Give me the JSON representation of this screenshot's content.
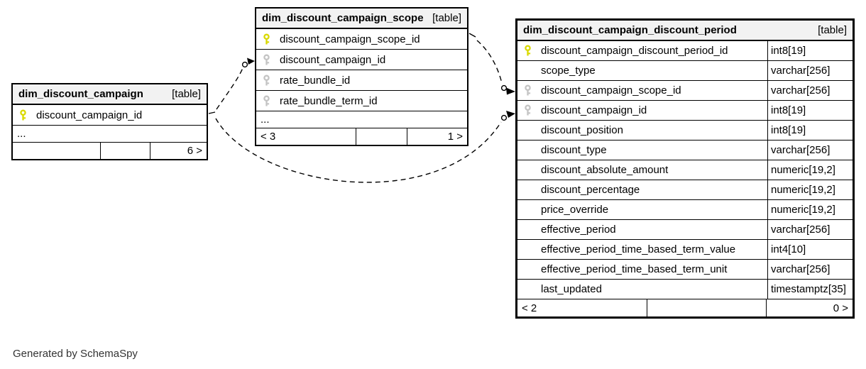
{
  "note": "Generated by SchemaSpy",
  "colors": {
    "primary_key": "#d9d900",
    "foreign_key": "#c4c4c4",
    "header_bg": "#f2f2f2",
    "border": "#000000"
  },
  "tables": [
    {
      "name": "dim_discount_campaign",
      "tag": "[table]",
      "columns": [
        {
          "name": "discount_campaign_id",
          "key": "pk"
        }
      ],
      "ellipsis": "...",
      "footer": {
        "left": "",
        "mid": "",
        "right": "6 >"
      }
    },
    {
      "name": "dim_discount_campaign_scope",
      "tag": "[table]",
      "columns": [
        {
          "name": "discount_campaign_scope_id",
          "key": "pk"
        },
        {
          "name": "discount_campaign_id",
          "key": "fk"
        },
        {
          "name": "rate_bundle_id",
          "key": "fk"
        },
        {
          "name": "rate_bundle_term_id",
          "key": "fk"
        }
      ],
      "ellipsis": "...",
      "footer": {
        "left": "< 3",
        "mid": "",
        "right": "1 >"
      }
    },
    {
      "name": "dim_discount_campaign_discount_period",
      "tag": "[table]",
      "columns": [
        {
          "name": "discount_campaign_discount_period_id",
          "key": "pk",
          "type": "int8[19]"
        },
        {
          "name": "scope_type",
          "key": "",
          "type": "varchar[256]"
        },
        {
          "name": "discount_campaign_scope_id",
          "key": "fk",
          "type": "varchar[256]"
        },
        {
          "name": "discount_campaign_id",
          "key": "fk",
          "type": "int8[19]"
        },
        {
          "name": "discount_position",
          "key": "",
          "type": "int8[19]"
        },
        {
          "name": "discount_type",
          "key": "",
          "type": "varchar[256]"
        },
        {
          "name": "discount_absolute_amount",
          "key": "",
          "type": "numeric[19,2]"
        },
        {
          "name": "discount_percentage",
          "key": "",
          "type": "numeric[19,2]"
        },
        {
          "name": "price_override",
          "key": "",
          "type": "numeric[19,2]"
        },
        {
          "name": "effective_period",
          "key": "",
          "type": "varchar[256]"
        },
        {
          "name": "effective_period_time_based_term_value",
          "key": "",
          "type": "int4[10]"
        },
        {
          "name": "effective_period_time_based_term_unit",
          "key": "",
          "type": "varchar[256]"
        },
        {
          "name": "last_updated",
          "key": "",
          "type": "timestamptz[35]"
        }
      ],
      "footer": {
        "left": "< 2",
        "mid": "",
        "right": "0 >"
      }
    }
  ],
  "relationships": [
    {
      "from": "dim_discount_campaign_scope.discount_campaign_id",
      "to": "dim_discount_campaign.discount_campaign_id",
      "style": "dashed"
    },
    {
      "from": "dim_discount_campaign_discount_period.discount_campaign_id",
      "to": "dim_discount_campaign.discount_campaign_id",
      "style": "dashed"
    },
    {
      "from": "dim_discount_campaign_discount_period.discount_campaign_scope_id",
      "to": "dim_discount_campaign_scope.discount_campaign_scope_id",
      "style": "dashed"
    }
  ]
}
